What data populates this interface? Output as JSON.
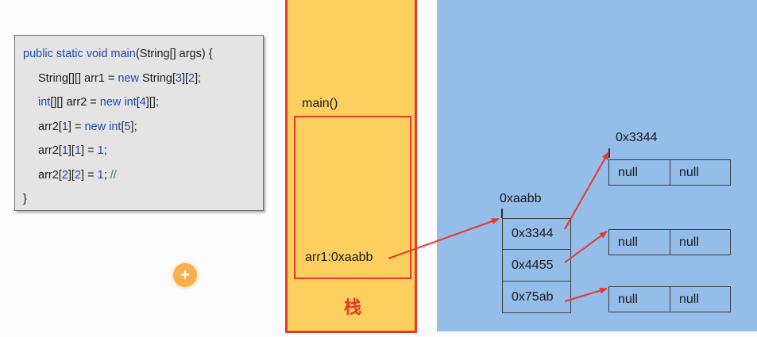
{
  "code": {
    "line1": {
      "kw": "public static void",
      "fn": " main",
      "rest": "(String[] args) {"
    },
    "line2": {
      "a": "String[][] arr1 = ",
      "kw": "new",
      "b": " String[",
      "n1": "3",
      "c": "][",
      "n2": "2",
      "d": "];"
    },
    "line3": {
      "kw1": "int",
      "a": "[][] arr2 = ",
      "kw2": "new",
      "b": " ",
      "kw3": "int",
      "c": "[",
      "n1": "4",
      "d": "][];"
    },
    "line4": {
      "a": "arr2[",
      "n1": "1",
      "b": "] = ",
      "kw": "new",
      "c": " ",
      "kw2": "int",
      "d": "[",
      "n2": "5",
      "e": "];"
    },
    "line5": {
      "a": "arr2[",
      "n1": "1",
      "b": "][",
      "n2": "1",
      "c": "] = ",
      "n3": "1",
      "d": ";"
    },
    "line6": {
      "a": "arr2[",
      "n1": "2",
      "b": "][",
      "n2": "2",
      "c": "] = ",
      "n3": "1",
      "d": "; ",
      "comment": "//"
    },
    "line7": "}"
  },
  "stack": {
    "label": "栈",
    "frame_title": "main()",
    "variable": "arr1:0xaabb"
  },
  "heap": {
    "outer_address": "0xaabb",
    "outer_cells": [
      "0x3344",
      "0x4455",
      "0x75ab"
    ],
    "inner_address": "0x3344",
    "inner_rows": [
      [
        "null",
        "null"
      ],
      [
        "null",
        "null"
      ],
      [
        "null",
        "null"
      ]
    ]
  },
  "add_button": "+",
  "colors": {
    "stack_fill": "#fccf5f",
    "stack_border": "#e8382a",
    "heap_fill": "#94bde9",
    "arrow": "#e8382a",
    "keyword": "#1f47b8"
  }
}
